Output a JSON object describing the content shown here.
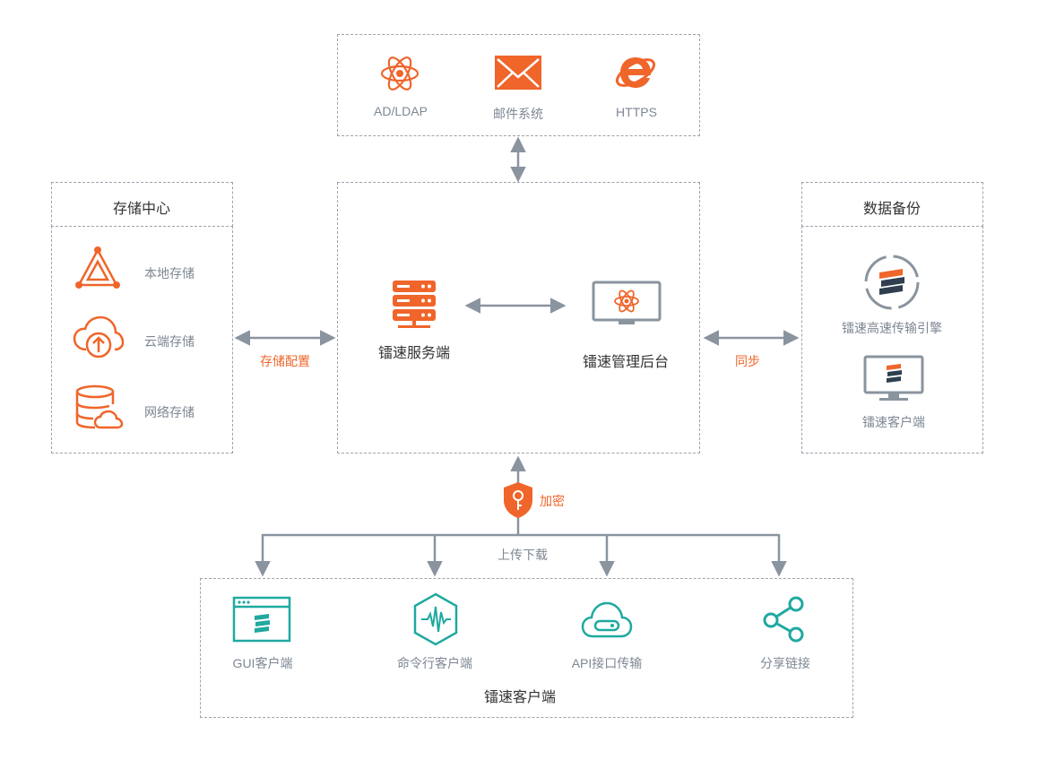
{
  "top": {
    "items": [
      {
        "label": "AD/LDAP",
        "icon": "atom-icon"
      },
      {
        "label": "邮件系统",
        "icon": "mail-icon"
      },
      {
        "label": "HTTPS",
        "icon": "ie-browser-icon"
      }
    ]
  },
  "storage": {
    "title": "存储中心",
    "items": [
      {
        "label": "本地存储",
        "icon": "local-storage-icon"
      },
      {
        "label": "云端存储",
        "icon": "cloud-upload-icon"
      },
      {
        "label": "网络存储",
        "icon": "network-storage-icon"
      }
    ],
    "edge_label": "存储配置"
  },
  "center": {
    "server_label": "镭速服务端",
    "admin_label": "镭速管理后台"
  },
  "backup": {
    "title": "数据备份",
    "items": [
      {
        "label": "镭速高速传输引擎",
        "icon": "engine-icon"
      },
      {
        "label": "镭速客户端",
        "icon": "client-monitor-icon"
      }
    ],
    "edge_label": "同步"
  },
  "encrypt": {
    "label": "加密",
    "icon": "shield-key-icon"
  },
  "upload_label": "上传下载",
  "clients": {
    "title": "镭速客户端",
    "items": [
      {
        "label": "GUI客户端",
        "icon": "gui-window-icon"
      },
      {
        "label": "命令行客户端",
        "icon": "terminal-hex-icon"
      },
      {
        "label": "API接口传输",
        "icon": "api-cloud-icon"
      },
      {
        "label": "分享链接",
        "icon": "share-icon"
      }
    ]
  },
  "colors": {
    "orange": "#f0652a",
    "teal": "#1fa9a0",
    "gray": "#8a949f",
    "dark": "#333333"
  }
}
